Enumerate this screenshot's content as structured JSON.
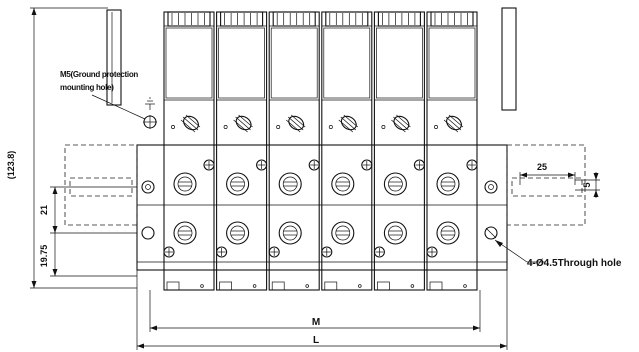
{
  "labels": {
    "m5_line1": "M5(Ground protection",
    "m5_line2": "mounting hole)",
    "height_overall": "(123.8)",
    "dim_21": "21",
    "dim_19_75": "19.75",
    "dim_25": "25",
    "dim_5": "5",
    "through_hole": "4-Ø4.5Through hole",
    "dim_M": "M",
    "dim_L": "L"
  },
  "valve_count": 6
}
